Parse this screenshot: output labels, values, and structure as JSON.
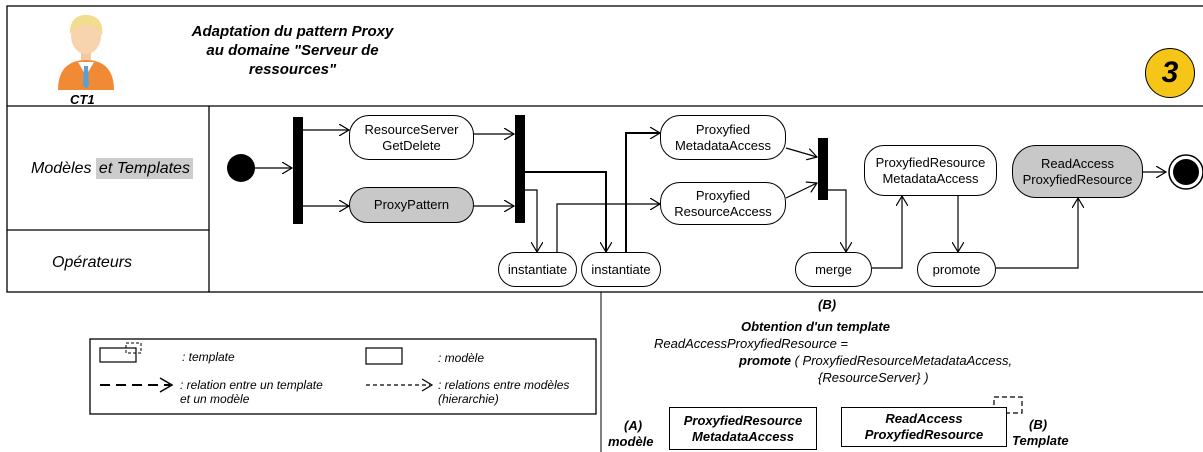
{
  "header": {
    "title_lines": [
      "Adaptation du pattern Proxy",
      "au domaine \"Serveur de",
      "ressources\""
    ],
    "actor": "CT1",
    "step_number": "3",
    "step_color": "#f5c518"
  },
  "lanes": {
    "models": {
      "part1": "Modèles ",
      "part2": "et Templates"
    },
    "operators": "Opérateurs"
  },
  "nodes": {
    "resource_server": [
      "ResourceServer",
      "GetDelete"
    ],
    "proxy_pattern": "ProxyPattern",
    "proxyfied_metadata": [
      "Proxyfied",
      "MetadataAccess"
    ],
    "proxyfied_resource": [
      "Proxyfied",
      "ResourceAccess"
    ],
    "proxyfied_resource_metadata": [
      "ProxyfiedResource",
      "MetadataAccess"
    ],
    "read_access": [
      "ReadAccess",
      "ProxyfiedResource"
    ],
    "instantiate_1": "instantiate",
    "instantiate_2": "instantiate",
    "merge": "merge",
    "promote": "promote"
  },
  "colors": {
    "gray_node": "#c8c8c8",
    "highlight": "#cccccc"
  },
  "legend": {
    "template": ": template",
    "model": ": modèle",
    "relation_template_model": [
      ": relation entre un template",
      "et un modèle"
    ],
    "relations_models": [
      ": relations entre modèles",
      "(hierarchie)"
    ]
  },
  "annotation": {
    "label_b": "(B)",
    "heading": "Obtention d'un template",
    "line1": "ReadAccessProxyfiedResource =",
    "op": "promote",
    "line2": " ( ProxyfiedResourceMetadataAccess,",
    "line3": "{ResourceServer} )"
  },
  "bottom": {
    "label_a": "(A)",
    "model_word": "modèle",
    "box_a": [
      "ProxyfiedResource",
      "MetadataAccess"
    ],
    "box_b": [
      "ReadAccess",
      "ProxyfiedResource"
    ],
    "label_b": "(B)",
    "template_word": "Template"
  }
}
